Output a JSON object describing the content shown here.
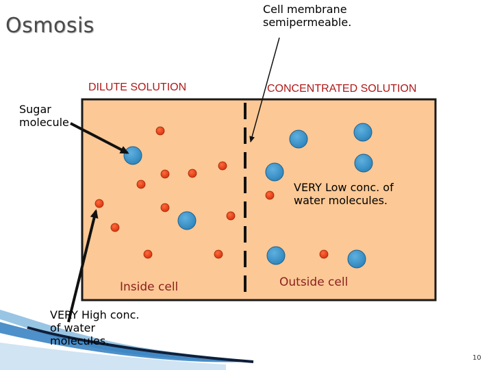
{
  "title": "Osmosis",
  "labels": {
    "membrane_line1": "Cell membrane",
    "membrane_line2": "semipermeable.",
    "dilute": "DILUTE SOLUTION",
    "concentrated": "CONCENTRATED SOLUTION",
    "sugar_line1": "Sugar",
    "sugar_line2": "molecule",
    "low_line1": "VERY Low conc. of",
    "low_line2": "water molecules.",
    "inside": "Inside cell",
    "outside": "Outside cell",
    "high_line1": "VERY High conc.",
    "high_line2": "of water",
    "high_line3": "molecules."
  },
  "page_number": "10",
  "colors": {
    "solution_fill": "#fcc895",
    "border": "#1a1a1a",
    "water_molecule": "#e8401c",
    "sugar_molecule": "#3d95c9",
    "label_red": "#b01818"
  }
}
